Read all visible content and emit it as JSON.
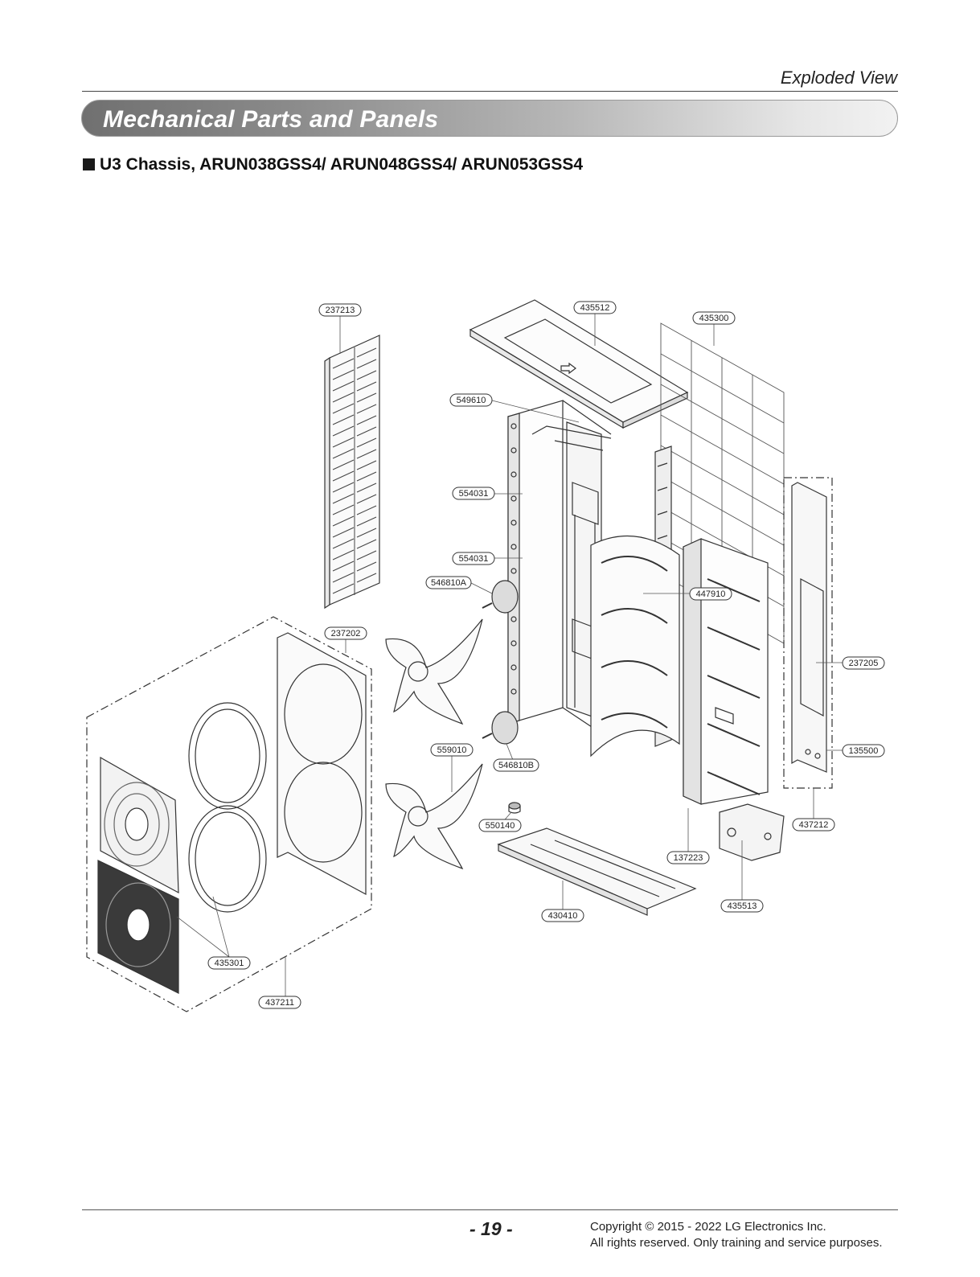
{
  "header": {
    "section": "Exploded View",
    "banner_title": "Mechanical Parts and Panels",
    "subtitle": "U3 Chassis, ARUN038GSS4/ ARUN048GSS4/ ARUN053GSS4"
  },
  "parts": {
    "p237213": "237213",
    "p435512": "435512",
    "p435300": "435300",
    "p549610": "549610",
    "p554031a": "554031",
    "p554031b": "554031",
    "p546810a": "546810A",
    "p447910": "447910",
    "p237202": "237202",
    "p237205": "237205",
    "p559010": "559010",
    "p546810b": "546810B",
    "p135500": "135500",
    "p550140": "550140",
    "p437212": "437212",
    "p137223": "137223",
    "p430410": "430410",
    "p435513": "435513",
    "p435301": "435301",
    "p437211": "437211"
  },
  "footer": {
    "page_number": "- 19 -",
    "copyright_line1": "Copyright © 2015 - 2022 LG Electronics Inc.",
    "copyright_line2": "All rights reserved. Only training and service purposes."
  }
}
